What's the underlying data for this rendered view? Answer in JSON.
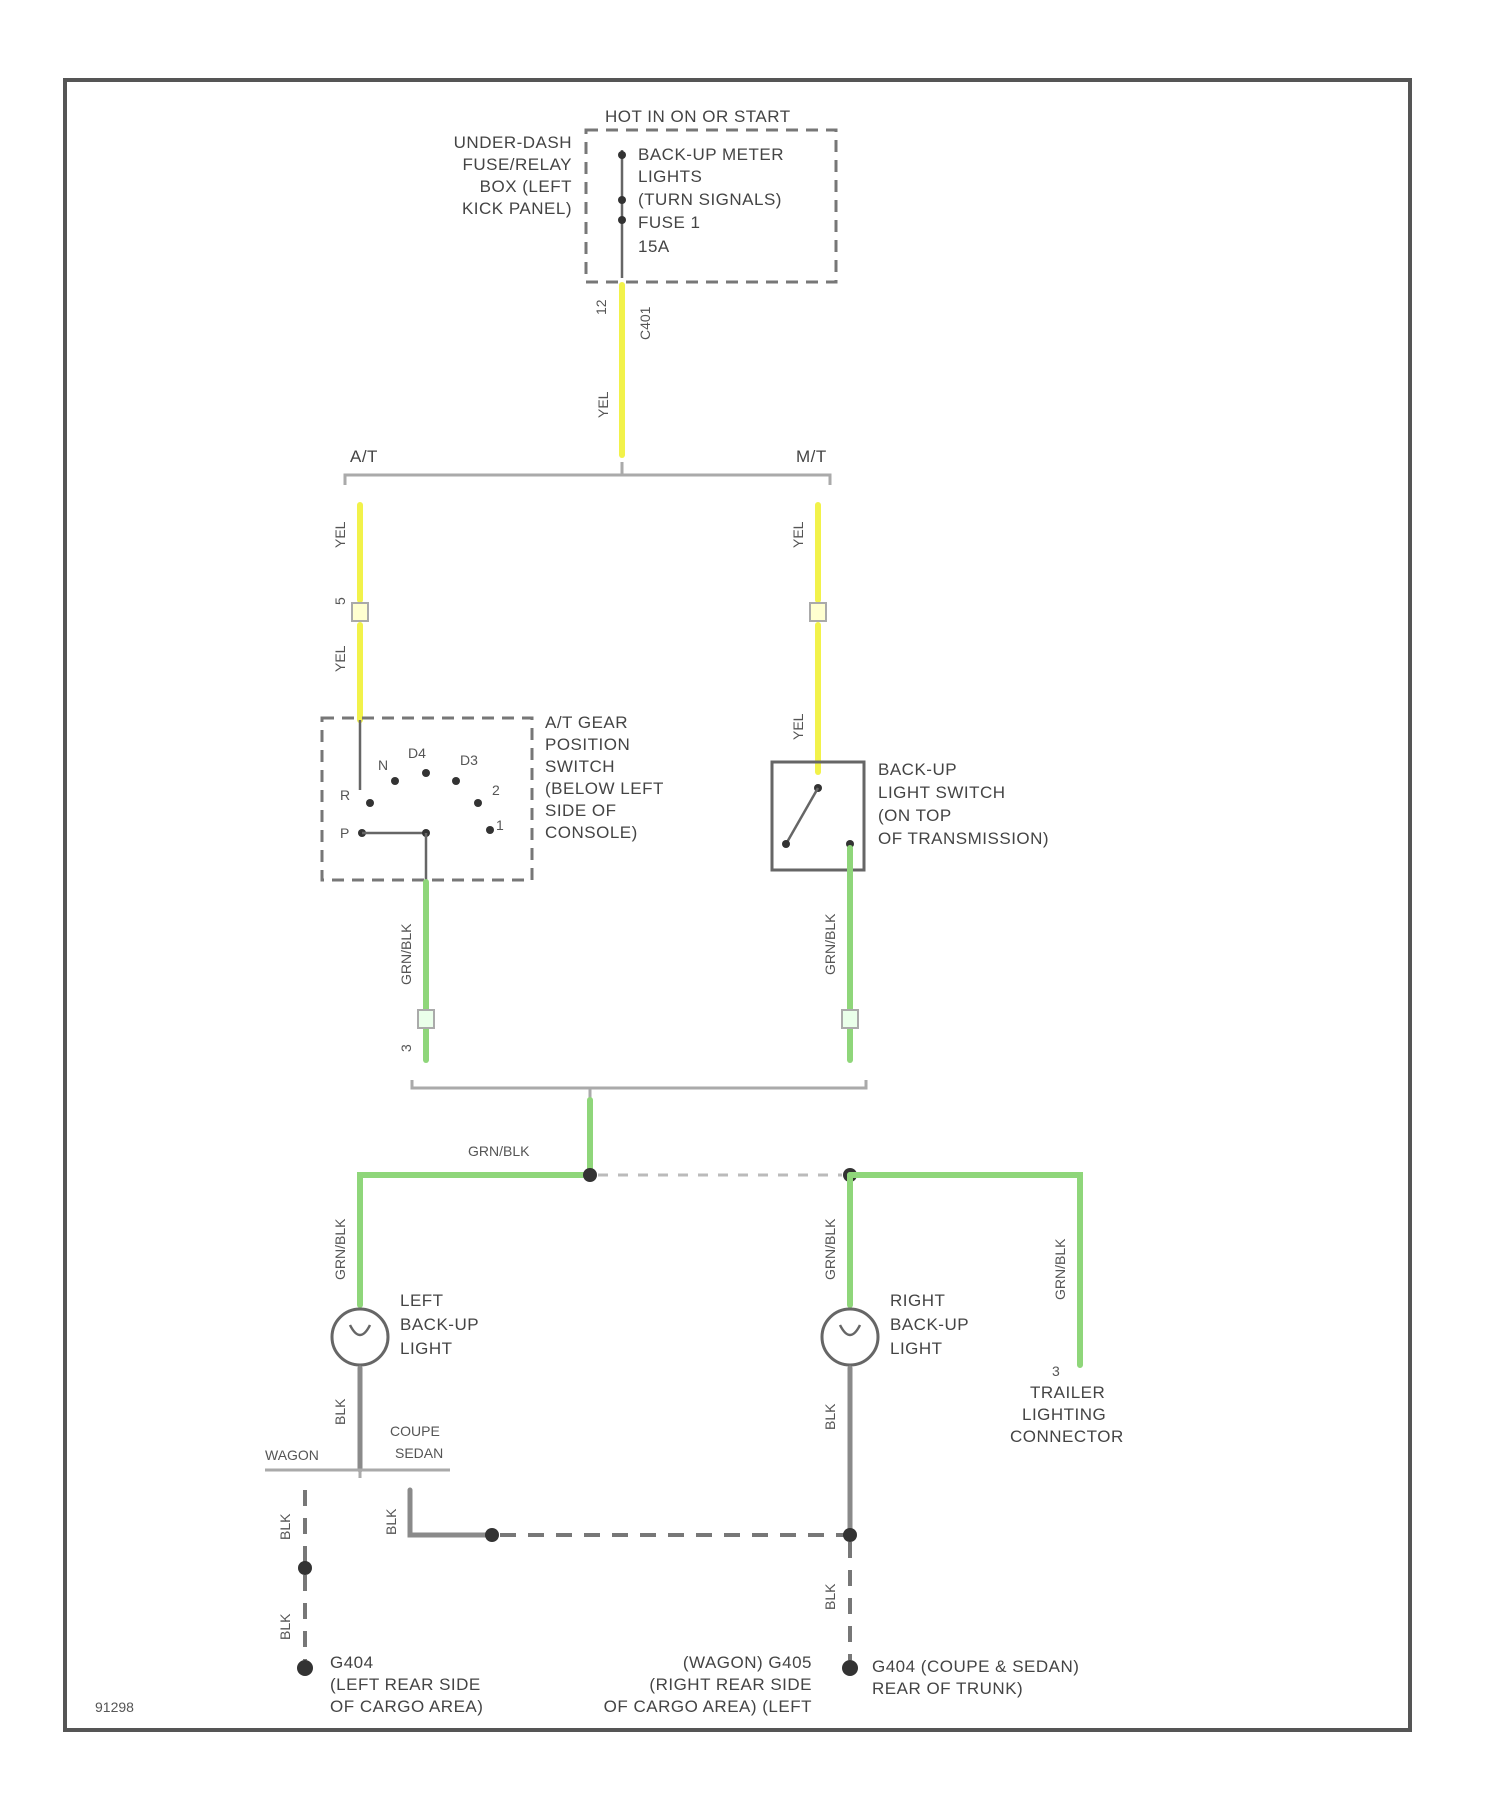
{
  "fuse_box": {
    "header": "HOT IN ON OR START",
    "location": [
      "UNDER-DASH",
      "FUSE/RELAY",
      "BOX (LEFT",
      "KICK PANEL)"
    ],
    "fuse": [
      "BACK-UP METER",
      "LIGHTS",
      "(TURN SIGNALS)",
      "FUSE 1",
      "15A"
    ]
  },
  "wires": {
    "yel": "YEL",
    "grn_blk": "GRN/BLK",
    "blk": "BLK"
  },
  "pins": {
    "fuse_pin": "12",
    "fuse_conn": "C401",
    "at_pin": "5",
    "tail_pin": "3"
  },
  "branches": {
    "at": "A/T",
    "mt": "M/T",
    "wagon": "WAGON",
    "coupe_sedan": [
      "COUPE",
      "SEDAN"
    ]
  },
  "at_switch": {
    "label": [
      "A/T GEAR",
      "POSITION",
      "SWITCH",
      "(BELOW LEFT",
      "SIDE OF",
      "CONSOLE)"
    ],
    "positions": [
      "R",
      "N",
      "D4",
      "D3",
      "2",
      "1",
      "P"
    ]
  },
  "mt_switch": {
    "label": [
      "BACK-UP",
      "LIGHT SWITCH",
      "(ON TOP",
      "OF TRANSMISSION)"
    ]
  },
  "left_light": {
    "label": [
      "LEFT",
      "BACK-UP",
      "LIGHT"
    ]
  },
  "right_light": {
    "label": [
      "RIGHT",
      "BACK-UP",
      "LIGHT"
    ]
  },
  "trailer": {
    "label": [
      "TRAILER",
      "LIGHTING",
      "CONNECTOR"
    ]
  },
  "grounds": {
    "left": [
      "G404",
      "(LEFT REAR SIDE",
      "OF CARGO AREA)"
    ],
    "middle": [
      "(WAGON) G405",
      "(RIGHT REAR SIDE",
      "OF CARGO AREA) (LEFT"
    ],
    "right": [
      "G404 (COUPE & SEDAN)",
      "REAR OF TRUNK)"
    ]
  },
  "figure_id": "91298",
  "colors": {
    "yellow_wire": "#f2f24a",
    "green_wire": "#8fd67a",
    "ground_wire": "#8a8a8a"
  }
}
